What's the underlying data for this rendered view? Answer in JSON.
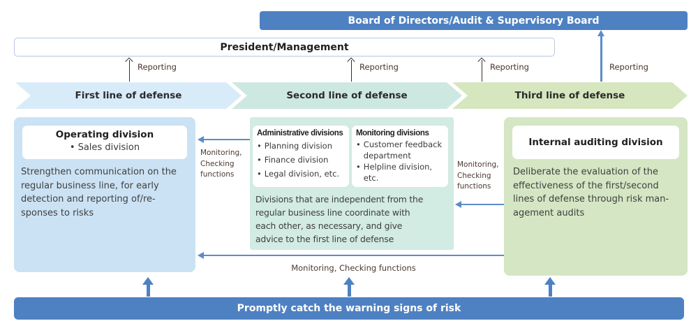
{
  "board_banner": {
    "label": "Board of Directors/Audit & Supervisory Board"
  },
  "president_banner": {
    "label": "President/Management"
  },
  "bottom_banner": {
    "label": "Promptly catch the warning signs of risk"
  },
  "labels": {
    "reporting": "Reporting",
    "bullet": "•",
    "monitoring_stacked": "Monitoring,\nChecking\nfunctions",
    "monitoring_inline": "Monitoring, Checking functions"
  },
  "chevrons": [
    {
      "label": "First line of defense",
      "color": "#d8ebf9"
    },
    {
      "label": "Second line of defense",
      "color": "#cde8e0"
    },
    {
      "label": "Third line of defense",
      "color": "#d6e6bf"
    }
  ],
  "first_line": {
    "box_title": "Operating division",
    "box_bullet": "Sales division",
    "description": "Strengthen communication on the\nregular business line, for early\ndetection and reporting of/re-\nsponses to risks"
  },
  "second_line": {
    "admin_box": {
      "title": "Administrative divisions",
      "bullets": [
        "Planning division",
        "Finance division",
        "Legal division, etc."
      ]
    },
    "monitoring_box": {
      "title": "Monitoring divisions",
      "bullets": [
        "Customer feedback\ndepartment",
        "Helpline division,\netc."
      ]
    },
    "description": "Divisions that are independent from the\nregular business line coordinate with\neach other, as necessary, and give\nadvice to the first line of defense"
  },
  "third_line": {
    "box_title": "Internal auditing division",
    "description": "Deliberate the evaluation of the\neffectiveness of the first/second\nlines of defense through risk man-\nagement audits"
  },
  "accent_colors": {
    "banner_blue": "#4e81c2",
    "arrow_blue": "#5b8cc9",
    "arrow_dark": "#3a2d26"
  }
}
